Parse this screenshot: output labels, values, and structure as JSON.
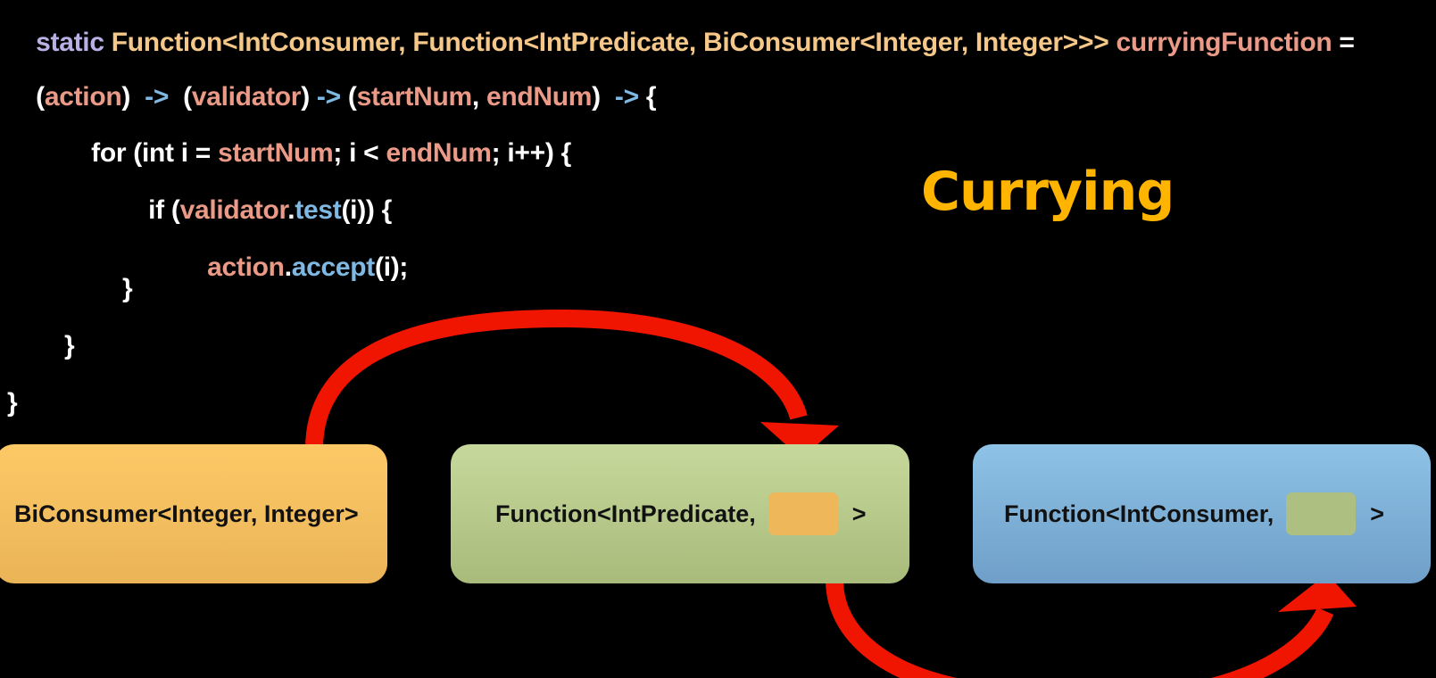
{
  "code": {
    "line1": {
      "kw": "static ",
      "t1": "Function<IntConsumer, Function<IntPredicate, BiConsumer<Integer, Integer>>>",
      "name": " curryingFunction",
      "eq": " ="
    },
    "line2": {
      "p1": "(",
      "a": "action",
      "p2": ")  ",
      "ar1": "->",
      "p3": "  (",
      "v": "validator",
      "p4": ") ",
      "ar2": "->",
      "p5": " (",
      "s": "startNum",
      "c": ", ",
      "e": "endNum",
      "p6": ")  ",
      "ar3": "->",
      "p7": " {"
    },
    "line3": {
      "p1": "for (int i = ",
      "s": "startNum",
      "p2": "; i < ",
      "e": "endNum",
      "p3": "; i++) {"
    },
    "line4": {
      "p1": "if (",
      "v": "validator",
      "dot": ".",
      "m": "test",
      "p2": "(i)) {"
    },
    "line5": {
      "a": "action",
      "dot": ".",
      "m": "accept",
      "p": "(i);"
    },
    "line6": "}",
    "line7": "}",
    "line8": "}"
  },
  "title": "Currying",
  "boxes": {
    "biconsumer": "BiConsumer<Integer, Integer>",
    "function_predicate": {
      "prefix": "Function<IntPredicate,",
      "suffix": ">"
    },
    "function_consumer": {
      "prefix": "Function<IntConsumer,",
      "suffix": ">"
    }
  },
  "colors": {
    "background": "#000000",
    "title": "#ffb400",
    "arrow": "#ef1500",
    "box_yellow": "#fdc967",
    "box_green": "#c6d89b",
    "box_blue": "#8ec2e6"
  }
}
